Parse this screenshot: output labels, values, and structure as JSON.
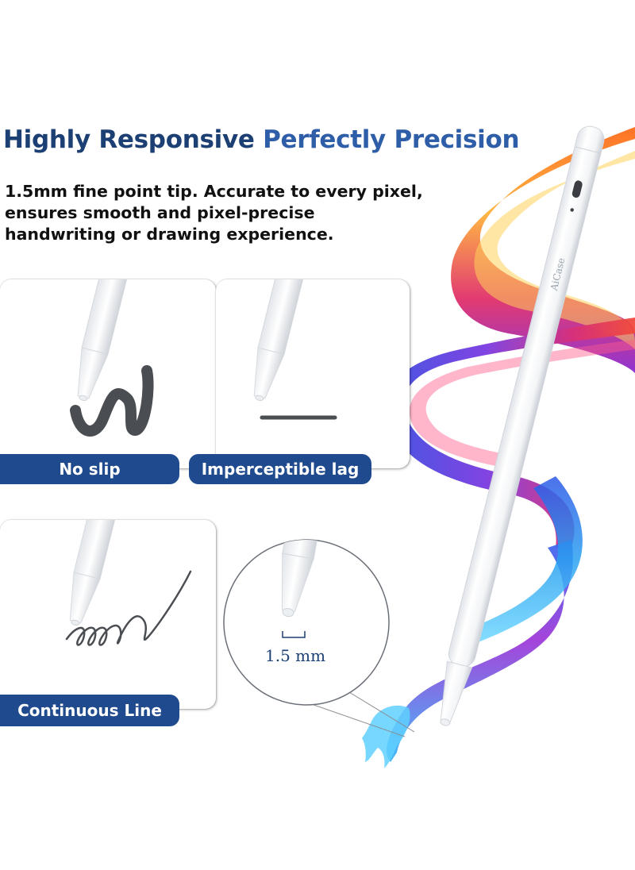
{
  "headline": {
    "part1": "Highly Responsive",
    "part2": "Perfectly Precision"
  },
  "subtitle": {
    "line1": "1.5mm fine point tip. Accurate to every pixel,",
    "line2": "ensures smooth and pixel-precise",
    "line3": "handwriting or drawing experience."
  },
  "features": [
    {
      "label": "No slip"
    },
    {
      "label": "Imperceptible lag"
    },
    {
      "label": "Continuous Line"
    }
  ],
  "zoom": {
    "measure": "1.5 mm"
  },
  "pen": {
    "brand": "AiCase"
  },
  "colors": {
    "headline_dark": "#1c3f74",
    "headline_blue": "#2e5ea8",
    "label_bg": "#1f4a8d"
  }
}
